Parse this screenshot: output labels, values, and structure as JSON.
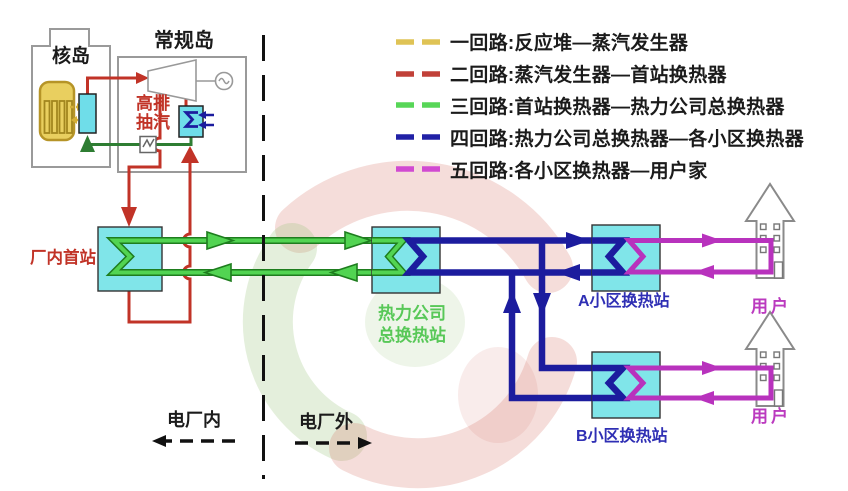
{
  "legend": {
    "items": [
      {
        "label": "一回路:反应堆—蒸汽发生器",
        "color": "#dfc355"
      },
      {
        "label": "二回路:蒸汽发生器—首站换热器",
        "color": "#c14038"
      },
      {
        "label": "三回路:首站换热器—热力公司总换热器",
        "color": "#57d657"
      },
      {
        "label": "四回路:热力公司总换热器—各小区换热器",
        "color": "#2121a6"
      },
      {
        "label": "五回路:各小区换热器—用户家",
        "color": "#d14ad1"
      }
    ]
  },
  "labels": {
    "nuclear_island": "核岛",
    "conventional_island": "常规岛",
    "hp_extraction": "高排抽汽",
    "plant_first_station": "厂内首站",
    "thermal_company_1": "热力公司",
    "thermal_company_2": "总换热站",
    "station_a": "A小区换热站",
    "station_b": "B小区换热站",
    "user_a": "用户",
    "user_b": "用户",
    "inside_plant": "电厂内",
    "outside_plant": "电厂外"
  },
  "colors": {
    "loop1_yellow": "#dfc355",
    "loop2_red": "#c13327",
    "loop3_green": "#52d452",
    "loop3_green_edge": "#1e7d1e",
    "loop4_blue": "#1c1c9e",
    "loop5_magenta": "#b832bd",
    "exchanger_fill": "#80e5e9",
    "outline_gray": "#8a8a8a",
    "watermark_red": "#d06258",
    "watermark_green": "#97c178"
  }
}
